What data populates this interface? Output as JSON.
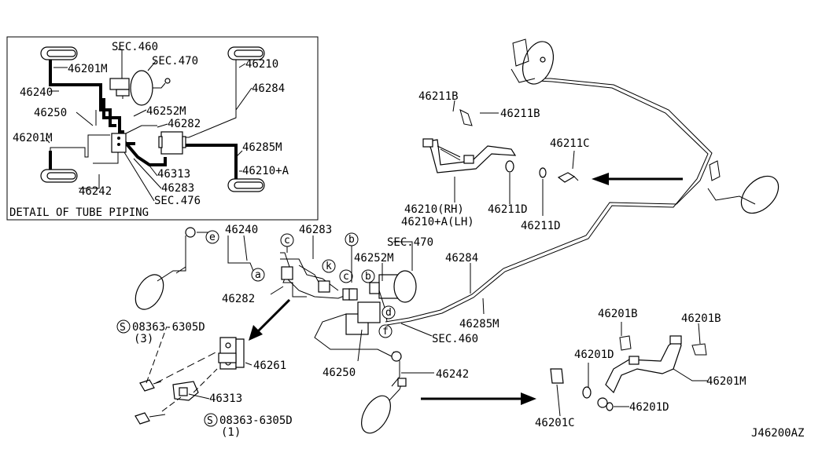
{
  "detail": {
    "title": "DETAIL OF TUBE PIPING",
    "labels": {
      "sec460": "SEC.460",
      "sec470": "SEC.470",
      "p46201M_top": "46201M",
      "p46240": "46240",
      "p46250": "46250",
      "p46201M_bot": "46201M",
      "p46242": "46242",
      "p46210": "46210",
      "p46284": "46284",
      "p46252M": "46252M",
      "p46282": "46282",
      "p46285M": "46285M",
      "p46313": "46313",
      "p46210A": "46210+A",
      "p46283": "46283",
      "sec476": "SEC.476"
    }
  },
  "front": {
    "p46211B_1": "46211B",
    "p46211B_2": "46211B",
    "p46211C": "46211C",
    "p46210": "46210(RH)",
    "p46210A": "46210+A(LH)",
    "p46211D_1": "46211D",
    "p46211D_2": "46211D"
  },
  "main": {
    "p46240": "46240",
    "p46283": "46283",
    "p46252M": "46252M",
    "sec470": "SEC.470",
    "p46284": "46284",
    "p46282": "46282",
    "p46285M": "46285M",
    "sec460": "SEC.460",
    "p46250": "46250",
    "p46242": "46242",
    "bolt1": "08363-6305D",
    "bolt1_qty": "(3)",
    "bolt2": "08363-6305D",
    "bolt2_qty": "(1)",
    "s_mark": "S",
    "p46261": "46261",
    "p46313": "46313"
  },
  "rear": {
    "p46201B_1": "46201B",
    "p46201B_2": "46201B",
    "p46201D_1": "46201D",
    "p46201D_2": "46201D",
    "p46201M": "46201M",
    "p46201C": "46201C"
  },
  "clips": {
    "a": "a",
    "b": "b",
    "c": "c",
    "d": "d",
    "e": "e",
    "f": "f",
    "k": "k"
  },
  "diagram_code": "J46200AZ"
}
